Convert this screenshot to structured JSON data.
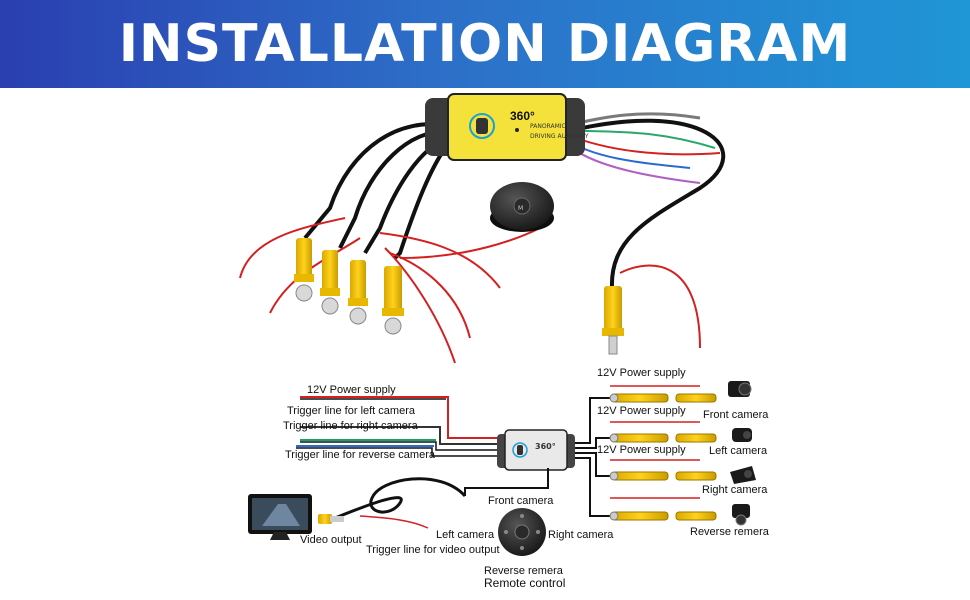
{
  "header": {
    "title": "INSTALLATION DIAGRAM"
  },
  "device": {
    "logo": "360°",
    "subtitle_1": "PANORAMIC",
    "subtitle_2": "DRIVING AUXILIARY",
    "remote_button": "M"
  },
  "left_inputs": [
    "12V Power supply",
    "Trigger line for left camera",
    "Trigger line for right camera",
    "Trigger line for reverse camera"
  ],
  "cameras": [
    {
      "power": "12V Power supply",
      "name": "Front camera"
    },
    {
      "power": "12V Power supply",
      "name": "Left camera"
    },
    {
      "power": "12V Power supply",
      "name": "Right camera"
    },
    {
      "power": "",
      "name": "Reverse remera"
    }
  ],
  "monitor": {
    "label": "Video output",
    "trigger": "Trigger line for video output"
  },
  "remote": {
    "front": "Front camera",
    "left": "Left camera",
    "right": "Right camera",
    "reverse": "Reverse remera",
    "caption": "Remote control"
  },
  "colors": {
    "banner_start": "#2a3fb0",
    "banner_end": "#1f96d6",
    "rca_yellow": "#f2c200",
    "wire_red": "#d42020",
    "device_yellow": "#f4e23a"
  }
}
